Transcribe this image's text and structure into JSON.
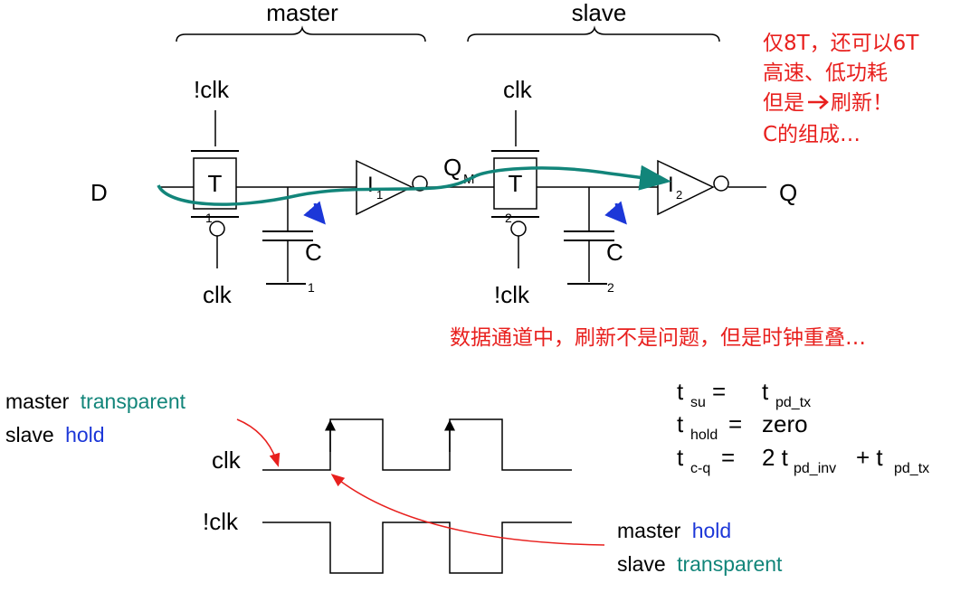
{
  "labels": {
    "master": "master",
    "slave": "slave",
    "nclk_top_left": "!clk",
    "clk_top_right": "clk",
    "clk_bottom_left": "clk",
    "nclk_bottom_right": "!clk",
    "d": "D",
    "q": "Q",
    "qm_main": "Q",
    "qm_sub": "M",
    "t1": "T",
    "t1_sub": "1",
    "t2": "T",
    "t2_sub": "2",
    "i1": "I",
    "i1_sub": "1",
    "i2": "I",
    "i2_sub": "2",
    "c1": "C",
    "c1_sub": "1",
    "c2": "C",
    "c2_sub": "2"
  },
  "notes": {
    "line1": "仅8T，还可以6T",
    "line2": "高速、低功耗",
    "line3a": "但是",
    "line3b": "刷新！",
    "line4": "C的组成…",
    "refresh": "数据通道中，刷新不是问题，但是时钟重叠…"
  },
  "legend": {
    "master_word": "master",
    "transparent_word": "transparent",
    "slave_word": "slave",
    "hold_word": "hold"
  },
  "timing": {
    "clk": "clk",
    "nclk": "!clk",
    "tsu": "t",
    "tsu_sub": "su",
    "tsu_eq": "=",
    "tsu_rhs": "t",
    "tsu_rhs_sub": "pd_tx",
    "thold": "t",
    "thold_sub": "hold",
    "thold_eq": "=",
    "thold_rhs": "zero",
    "tcq": "t",
    "tcq_sub": "c-q",
    "tcq_eq": "=",
    "tcq_rhs1": "2 t",
    "tcq_rhs1_sub": "pd_inv",
    "tcq_plus": "+ t",
    "tcq_rhs2_sub": "pd_tx"
  },
  "colors": {
    "teal": "#12857a",
    "blue": "#1c37d8",
    "red": "#e8201e",
    "black": "#000000"
  }
}
